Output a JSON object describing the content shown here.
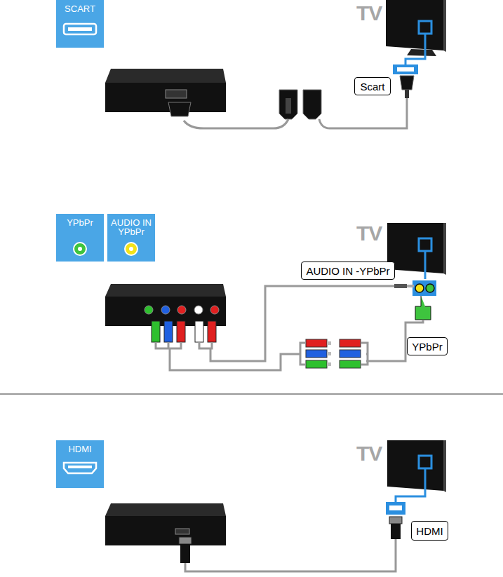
{
  "diagram": {
    "nodes": [
      {
        "text": [
          "SCART"
        ]
      },
      {
        "text": [
          "Scart"
        ]
      },
      {
        "text": [
          "YPbPr"
        ]
      },
      {
        "text": [
          "AUDIO IN YPbPr"
        ]
      },
      {
        "text": [
          "AUDIO IN -YPbPr"
        ]
      },
      {
        "text": [
          "YPbPr"
        ]
      },
      {
        "text": [
          "HDMI"
        ]
      },
      {
        "text": [
          "HDMI"
        ]
      }
    ],
    "labels": [
      "TV",
      "TV",
      "TV"
    ]
  }
}
